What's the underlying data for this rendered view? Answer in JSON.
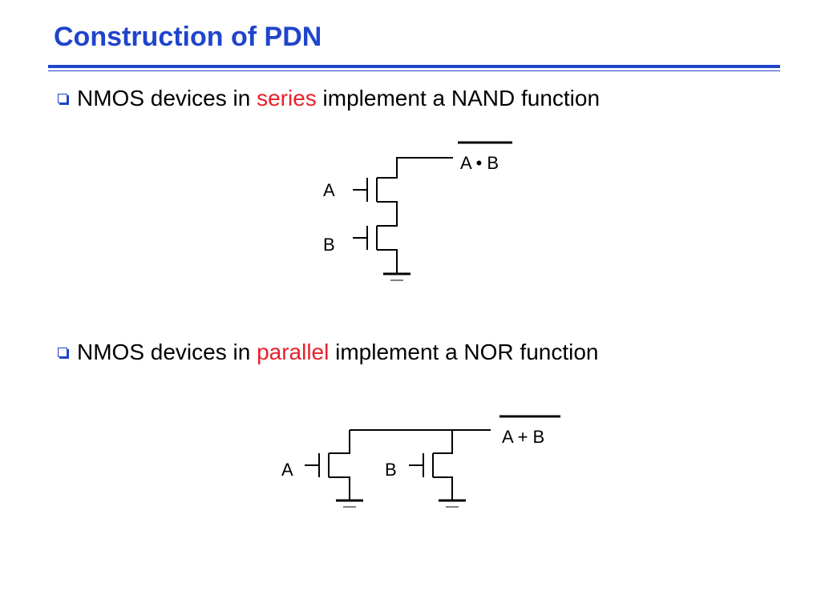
{
  "slide": {
    "title": "Construction of PDN",
    "bullets": [
      {
        "before": "NMOS devices in ",
        "highlight": "series",
        "after": " implement a NAND function"
      },
      {
        "before": "NMOS devices in ",
        "highlight": "parallel",
        "after": " implement a NOR function"
      }
    ],
    "colors": {
      "title": "#1f45cc",
      "highlight": "#e8202a",
      "bullet_marker": "#1f45cc"
    }
  },
  "nand_circuit": {
    "output_label": "A • B",
    "input_a": "A",
    "input_b": "B"
  },
  "nor_circuit": {
    "output_label": "A + B",
    "input_a": "A",
    "input_b": "B"
  }
}
